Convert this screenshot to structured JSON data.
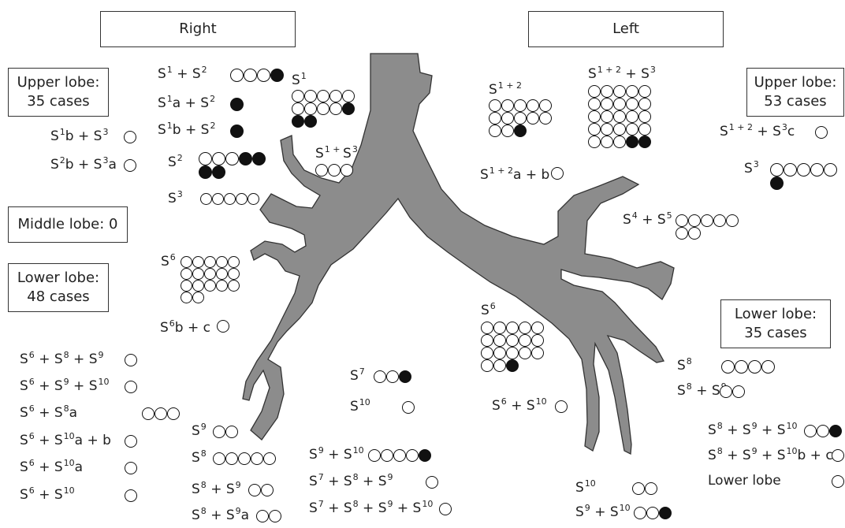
{
  "headers": {
    "right": "Right",
    "left": "Left"
  },
  "boxes": {
    "right_upper": [
      "Upper lobe:",
      "35 cases"
    ],
    "right_middle": [
      "Middle lobe: 0"
    ],
    "right_lower": [
      "Lower lobe:",
      "48 cases"
    ],
    "left_upper": [
      "Upper lobe:",
      "53 cases"
    ],
    "left_lower": [
      "Lower lobe:",
      "35 cases"
    ]
  },
  "segments": [
    {
      "id": "r1",
      "label": [
        [
          "S",
          "1"
        ],
        [
          " + S",
          "2"
        ]
      ],
      "open": 3,
      "filled": 1,
      "cols": 4
    },
    {
      "id": "r2",
      "label": [
        [
          "S",
          "1"
        ],
        [
          "a + S",
          "2"
        ]
      ],
      "open": 0,
      "filled": 1,
      "cols": 1
    },
    {
      "id": "r3",
      "label": [
        [
          "S",
          "1"
        ],
        [
          "b + S",
          "2"
        ]
      ],
      "open": 0,
      "filled": 1,
      "cols": 1
    },
    {
      "id": "r4",
      "label": [
        [
          "S",
          "1"
        ],
        [
          "b + S",
          "3"
        ]
      ],
      "open": 1,
      "filled": 0,
      "cols": 1
    },
    {
      "id": "r5",
      "label": [
        [
          "S",
          "2"
        ],
        [
          "b + S",
          "3"
        ],
        [
          "a",
          ""
        ]
      ],
      "open": 1,
      "filled": 0,
      "cols": 1
    },
    {
      "id": "r6",
      "label": [
        [
          "S",
          "2"
        ]
      ],
      "open": 3,
      "filled": 4,
      "cols": 5
    },
    {
      "id": "r7",
      "label": [
        [
          "S",
          "3"
        ]
      ],
      "open": 5,
      "filled": 0,
      "cols": 5
    },
    {
      "id": "r8",
      "label": [
        [
          "S",
          "1"
        ]
      ],
      "open": 9,
      "filled": 3,
      "cols": 5
    },
    {
      "id": "r9",
      "label": [
        [
          "S",
          "1 + "
        ],
        [
          "S",
          "3"
        ]
      ],
      "open": 3,
      "filled": 0,
      "cols": 3
    },
    {
      "id": "r10",
      "label": [
        [
          "S",
          "6"
        ]
      ],
      "open": 17,
      "filled": 0,
      "cols": 5
    },
    {
      "id": "r11",
      "label": [
        [
          "S",
          "6"
        ],
        [
          "b + c",
          ""
        ]
      ],
      "open": 1,
      "filled": 0,
      "cols": 1
    },
    {
      "id": "r12",
      "label": [
        [
          "S",
          "6"
        ],
        [
          " + S",
          "8"
        ],
        [
          " + S",
          "9"
        ]
      ],
      "open": 1,
      "filled": 0,
      "cols": 1
    },
    {
      "id": "r13",
      "label": [
        [
          "S",
          "6"
        ],
        [
          " + S",
          "9"
        ],
        [
          " + S",
          "10"
        ]
      ],
      "open": 1,
      "filled": 0,
      "cols": 1
    },
    {
      "id": "r14",
      "label": [
        [
          "S",
          "6"
        ],
        [
          " + S",
          "8"
        ],
        [
          "a",
          ""
        ]
      ],
      "open": 3,
      "filled": 0,
      "cols": 3
    },
    {
      "id": "r15",
      "label": [
        [
          "S",
          "6"
        ],
        [
          " + S",
          "10"
        ],
        [
          "a + b",
          ""
        ]
      ],
      "open": 1,
      "filled": 0,
      "cols": 1
    },
    {
      "id": "r16",
      "label": [
        [
          "S",
          "6"
        ],
        [
          " + S",
          "10"
        ],
        [
          "a",
          ""
        ]
      ],
      "open": 1,
      "filled": 0,
      "cols": 1
    },
    {
      "id": "r17",
      "label": [
        [
          "S",
          "6"
        ],
        [
          " + S",
          "10"
        ]
      ],
      "open": 1,
      "filled": 0,
      "cols": 1
    },
    {
      "id": "r18",
      "label": [
        [
          "S",
          "7"
        ]
      ],
      "open": 2,
      "filled": 1,
      "cols": 3
    },
    {
      "id": "r19",
      "label": [
        [
          "S",
          "10"
        ]
      ],
      "open": 1,
      "filled": 0,
      "cols": 1
    },
    {
      "id": "r20",
      "label": [
        [
          "S",
          "9"
        ]
      ],
      "open": 2,
      "filled": 0,
      "cols": 2
    },
    {
      "id": "r21",
      "label": [
        [
          "S",
          "8"
        ]
      ],
      "open": 5,
      "filled": 0,
      "cols": 5
    },
    {
      "id": "r22",
      "label": [
        [
          "S",
          "8"
        ],
        [
          " + S",
          "9"
        ]
      ],
      "open": 2,
      "filled": 0,
      "cols": 2
    },
    {
      "id": "r23",
      "label": [
        [
          "S",
          "8"
        ],
        [
          " + S",
          "9"
        ],
        [
          "a",
          ""
        ]
      ],
      "open": 2,
      "filled": 0,
      "cols": 2
    },
    {
      "id": "r24",
      "label": [
        [
          "S",
          "9"
        ],
        [
          " + S",
          "10"
        ]
      ],
      "open": 4,
      "filled": 1,
      "cols": 5
    },
    {
      "id": "r25",
      "label": [
        [
          "S",
          "7"
        ],
        [
          " + S",
          "8"
        ],
        [
          " + S",
          "9"
        ]
      ],
      "open": 1,
      "filled": 0,
      "cols": 1
    },
    {
      "id": "r26",
      "label": [
        [
          "S",
          "7"
        ],
        [
          " + S",
          "8"
        ],
        [
          " + S",
          "9"
        ],
        [
          " + S",
          "10"
        ]
      ],
      "open": 1,
      "filled": 0,
      "cols": 1
    },
    {
      "id": "l1",
      "label": [
        [
          "S",
          "1 + 2"
        ]
      ],
      "open": 12,
      "filled": 1,
      "cols": 5
    },
    {
      "id": "l2",
      "label": [
        [
          "S",
          "1 + 2"
        ],
        [
          " + S",
          "3"
        ]
      ],
      "open": 23,
      "filled": 2,
      "cols": 5
    },
    {
      "id": "l3",
      "label": [
        [
          "S",
          "1 + 2"
        ],
        [
          "a + b",
          ""
        ]
      ],
      "open": 1,
      "filled": 0,
      "cols": 1
    },
    {
      "id": "l4",
      "label": [
        [
          "S",
          "1 + 2"
        ],
        [
          " + S",
          "3"
        ],
        [
          "c",
          ""
        ]
      ],
      "open": 1,
      "filled": 0,
      "cols": 1
    },
    {
      "id": "l5",
      "label": [
        [
          "S",
          "3"
        ]
      ],
      "open": 5,
      "filled": 1,
      "cols": 5
    },
    {
      "id": "l6",
      "label": [
        [
          "S",
          "4"
        ],
        [
          " + S",
          "5"
        ]
      ],
      "open": 7,
      "filled": 0,
      "cols": 5
    },
    {
      "id": "l7",
      "label": [
        [
          "S",
          "6"
        ]
      ],
      "open": 17,
      "filled": 1,
      "cols": 5
    },
    {
      "id": "l8",
      "label": [
        [
          "S",
          "6"
        ],
        [
          " + S",
          "10"
        ]
      ],
      "open": 1,
      "filled": 0,
      "cols": 1
    },
    {
      "id": "l9",
      "label": [
        [
          "S",
          "8"
        ]
      ],
      "open": 4,
      "filled": 0,
      "cols": 4
    },
    {
      "id": "l10",
      "label": [
        [
          "S",
          "8"
        ],
        [
          " + S",
          "9"
        ]
      ],
      "open": 2,
      "filled": 0,
      "cols": 2
    },
    {
      "id": "l11",
      "label": [
        [
          "S",
          "8"
        ],
        [
          " + S",
          "9"
        ],
        [
          " + S",
          "10"
        ]
      ],
      "open": 2,
      "filled": 1,
      "cols": 3
    },
    {
      "id": "l12",
      "label": [
        [
          "S",
          "8"
        ],
        [
          " + S",
          "9"
        ],
        [
          " + S",
          "10"
        ],
        [
          "b + c",
          ""
        ]
      ],
      "open": 1,
      "filled": 0,
      "cols": 1
    },
    {
      "id": "l13",
      "label": [
        [
          "Lower lobe",
          ""
        ]
      ],
      "open": 1,
      "filled": 0,
      "cols": 1
    },
    {
      "id": "l14",
      "label": [
        [
          "S",
          "10"
        ]
      ],
      "open": 2,
      "filled": 0,
      "cols": 2
    },
    {
      "id": "l15",
      "label": [
        [
          "S",
          "9"
        ],
        [
          " + S",
          "10"
        ]
      ],
      "open": 2,
      "filled": 1,
      "cols": 3
    }
  ],
  "colors": {
    "bronchus": "#8c8c8c",
    "outline": "#333333",
    "filled": "#111111"
  }
}
